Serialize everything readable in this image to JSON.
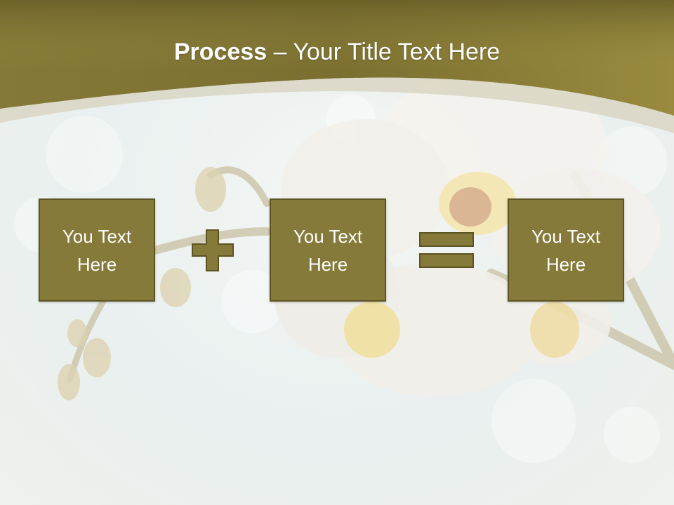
{
  "slide": {
    "title_strong": "Process",
    "title_rest": " – Your Title Text Here",
    "colors": {
      "header": "#7b7130",
      "box_fill": "#857a39",
      "box_border": "#5d5423",
      "text": "#ffffff"
    }
  },
  "process": {
    "steps": [
      {
        "label": "You Text Here"
      },
      {
        "label": "You Text Here"
      },
      {
        "label": "You Text Here"
      }
    ],
    "operators": [
      "plus-icon",
      "equals-icon"
    ]
  }
}
